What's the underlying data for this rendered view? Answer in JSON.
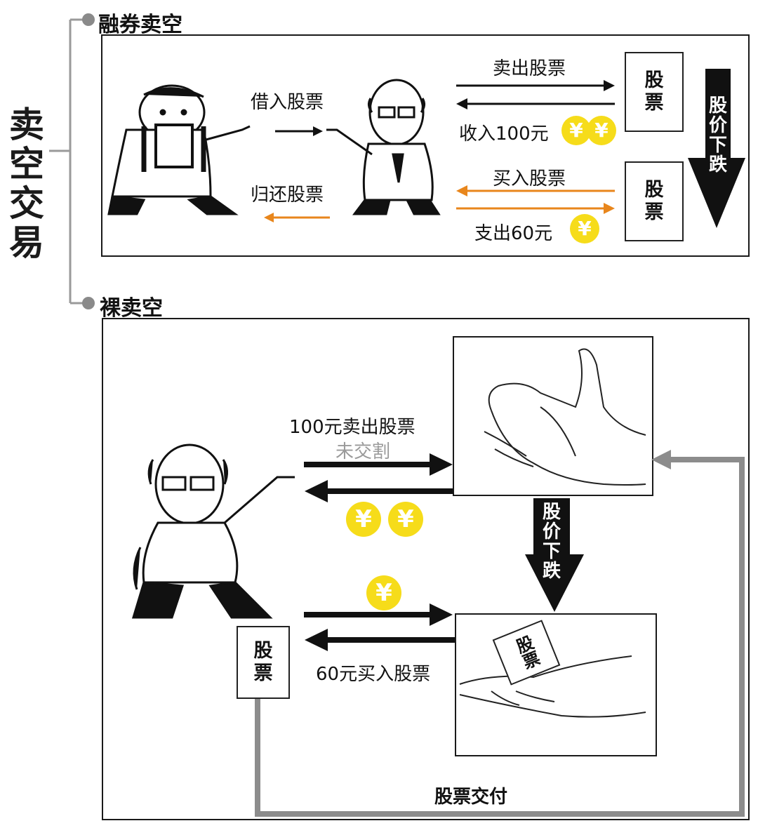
{
  "title": [
    "卖",
    "空",
    "交",
    "易"
  ],
  "section1": {
    "title": "融券卖空",
    "borrow_label": "借入股票",
    "return_label": "归还股票",
    "sell_label": "卖出股票",
    "income_label": "收入100元",
    "buy_label": "买入股票",
    "expense_label": "支出60元",
    "stock_label": [
      "股",
      "票"
    ],
    "price_drop": [
      "股",
      "价",
      "下",
      "跌"
    ]
  },
  "section2": {
    "title": "裸卖空",
    "sell_label": "100元卖出股票",
    "undelivered_label": "未交割",
    "buy_label": "60元买入股票",
    "stock_label": [
      "股",
      "票"
    ],
    "price_drop": [
      "股",
      "价",
      "下",
      "跌"
    ],
    "delivery_label": "股票交付",
    "hand_ticket_label": "股票"
  },
  "coin_symbol": "¥",
  "colors": {
    "black_arrow": "#111111",
    "orange_arrow": "#e8861c",
    "coin": "#f6dc1a",
    "delivery_line": "#8c8c8c"
  }
}
